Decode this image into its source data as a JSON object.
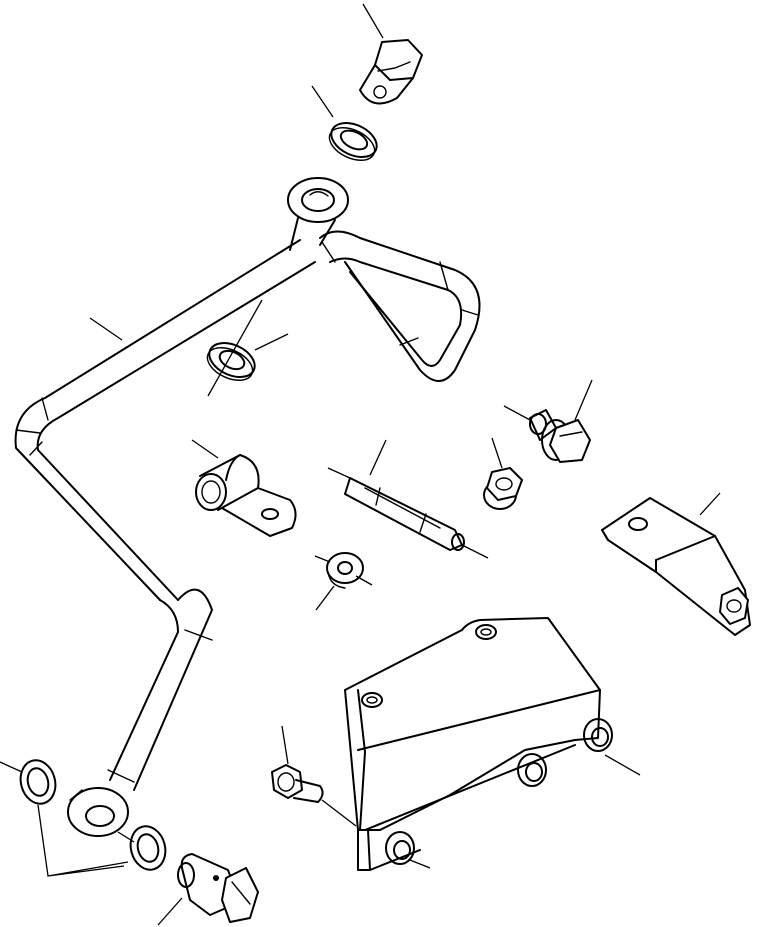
{
  "diagram": {
    "type": "exploded parts view",
    "line_color": "#000000",
    "background": "#ffffff",
    "parts": [
      "banjo-bolt",
      "sealing-washer",
      "lubrication-tube",
      "tube-clamp",
      "stud",
      "flange-nut",
      "flange-bolt",
      "flat-washer",
      "bracket-plate",
      "mounting-bracket",
      "hex-bolt"
    ]
  }
}
